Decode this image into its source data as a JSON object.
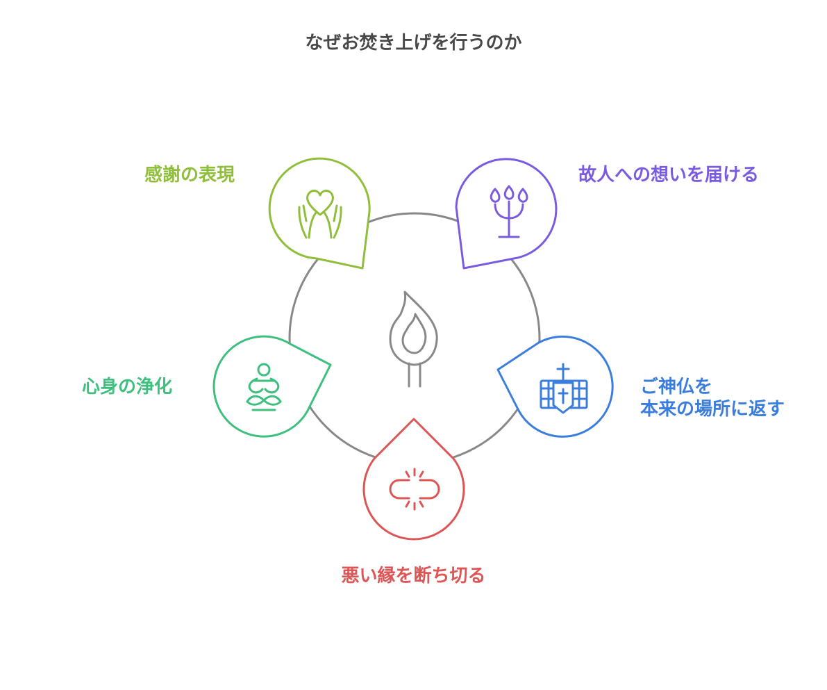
{
  "title": "なぜお焚き上げを行うのか",
  "colors": {
    "title": "#484848",
    "ring": "#888888",
    "center_icon": "#888888",
    "gratitude": "#8fbf3a",
    "deceased": "#7a5be0",
    "return": "#3b7ddd",
    "sever": "#dd5555",
    "purify": "#3dbf7e"
  },
  "center": {
    "icon": "flame-match-icon"
  },
  "items": [
    {
      "id": "gratitude",
      "label": "感謝の表現",
      "icon": "hands-heart-icon",
      "color": "#8fbf3a"
    },
    {
      "id": "deceased",
      "label": "故人への想いを届ける",
      "icon": "trident-candles-icon",
      "color": "#7a5be0"
    },
    {
      "id": "return",
      "label_lines": [
        "ご神仏を",
        "本来の場所に返す"
      ],
      "icon": "shrine-chest-icon",
      "color": "#3b7ddd"
    },
    {
      "id": "sever",
      "label": "悪い縁を断ち切る",
      "icon": "broken-link-icon",
      "color": "#dd5555"
    },
    {
      "id": "purify",
      "label": "心身の浄化",
      "icon": "meditation-icon",
      "color": "#3dbf7e"
    }
  ]
}
